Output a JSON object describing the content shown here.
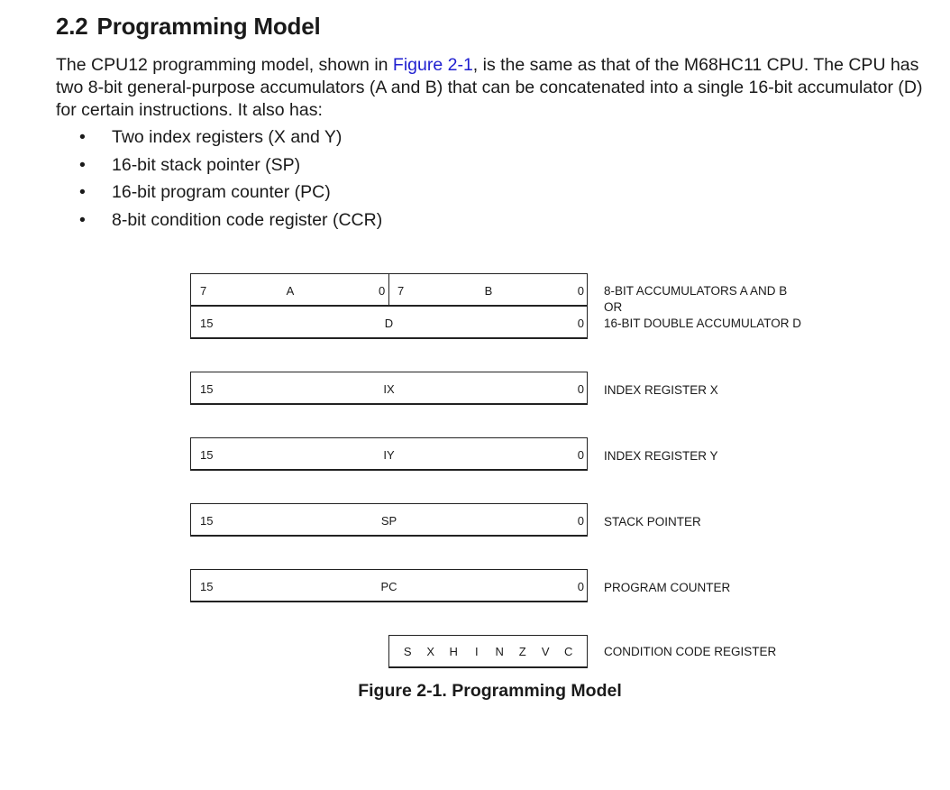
{
  "section": {
    "number": "2.2",
    "title": "Programming Model"
  },
  "paragraph": {
    "before_link": "The CPU12 programming model, shown in ",
    "link": "Figure 2-1",
    "after_link": ", is the same as that of the M68HC11 CPU. The CPU has two 8-bit general-purpose accumulators (A and B) that can be concatenated into a single 16-bit accumulator (D) for certain instructions. It also has:"
  },
  "bullets": [
    "Two index registers (X and Y)",
    "16-bit stack pointer (SP)",
    "16-bit program counter (PC)",
    "8-bit condition code register (CCR)"
  ],
  "bullet_glyph": "•",
  "figure": {
    "acc_ab": {
      "a_hi": "7",
      "a_name": "A",
      "a_lo": "0",
      "b_hi": "7",
      "b_name": "B",
      "b_lo": "0"
    },
    "acc_d": {
      "hi": "15",
      "name": "D",
      "lo": "0"
    },
    "acc_desc": [
      "8-BIT ACCUMULATORS A AND B",
      "OR",
      "16-BIT DOUBLE ACCUMULATOR D"
    ],
    "registers": [
      {
        "hi": "15",
        "name": "IX",
        "lo": "0",
        "desc": "INDEX REGISTER X"
      },
      {
        "hi": "15",
        "name": "IY",
        "lo": "0",
        "desc": "INDEX REGISTER Y"
      },
      {
        "hi": "15",
        "name": "SP",
        "lo": "0",
        "desc": "STACK POINTER"
      },
      {
        "hi": "15",
        "name": "PC",
        "lo": "0",
        "desc": "PROGRAM COUNTER"
      }
    ],
    "ccr_bits": [
      "S",
      "X",
      "H",
      "I",
      "N",
      "Z",
      "V",
      "C"
    ],
    "ccr_desc": "CONDITION CODE REGISTER",
    "caption": "Figure 2-1. Programming Model"
  }
}
